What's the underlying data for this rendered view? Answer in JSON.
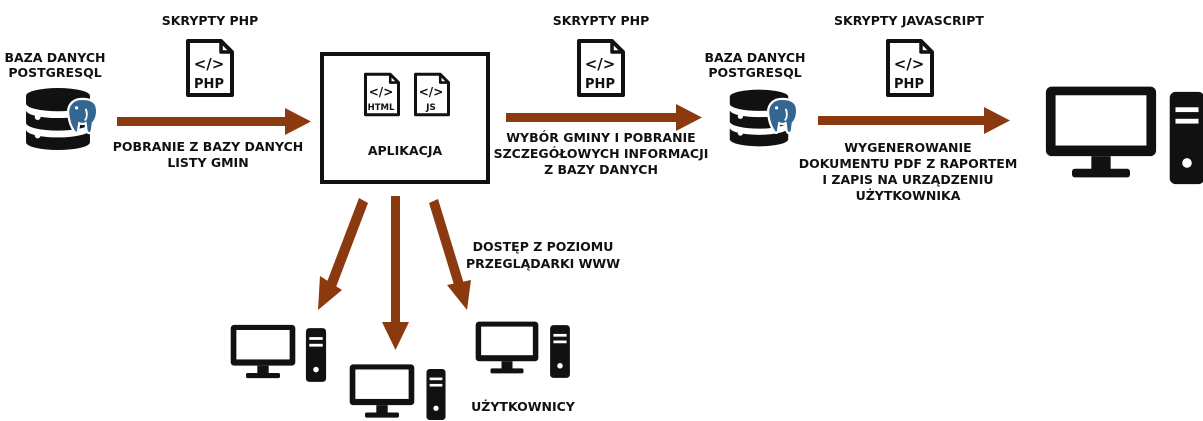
{
  "labels": {
    "db_left": [
      "BAZA DANYCH",
      "POSTGRESQL"
    ],
    "php_scripts_1": "SKRYPTY PHP",
    "fetch_step": [
      "POBRANIE Z BAZY DANYCH",
      "LISTY GMIN"
    ],
    "app_title": "APLIKACJA",
    "php_scripts_2": "SKRYPTY PHP",
    "select_step": [
      "WYBÓR GMINY I POBRANIE",
      "SZCZEGÓŁOWYCH INFORMACJI",
      "Z BAZY DANYCH"
    ],
    "db_right": [
      "BAZA DANYCH",
      "POSTGRESQL"
    ],
    "js_scripts": "SKRYPTY JAVASCRIPT",
    "pdf_step": [
      "WYGENEROWANIE",
      "DOKUMENTU PDF Z RAPORTEM",
      "I ZAPIS NA URZĄDZENIU",
      "UŻYTKOWNIKA"
    ],
    "browser_access": [
      "DOSTĘP Z POZIOMU",
      "PRZEGLĄDARKI WWW"
    ],
    "users": "UŻYTKOWNICY"
  },
  "file_icons": {
    "php": "PHP",
    "html": "HTML",
    "js": "JS",
    "code_glyph": "</>"
  },
  "colors": {
    "arrow": "#8B3A0F",
    "ink": "#111111",
    "postgres_blue": "#336791"
  }
}
